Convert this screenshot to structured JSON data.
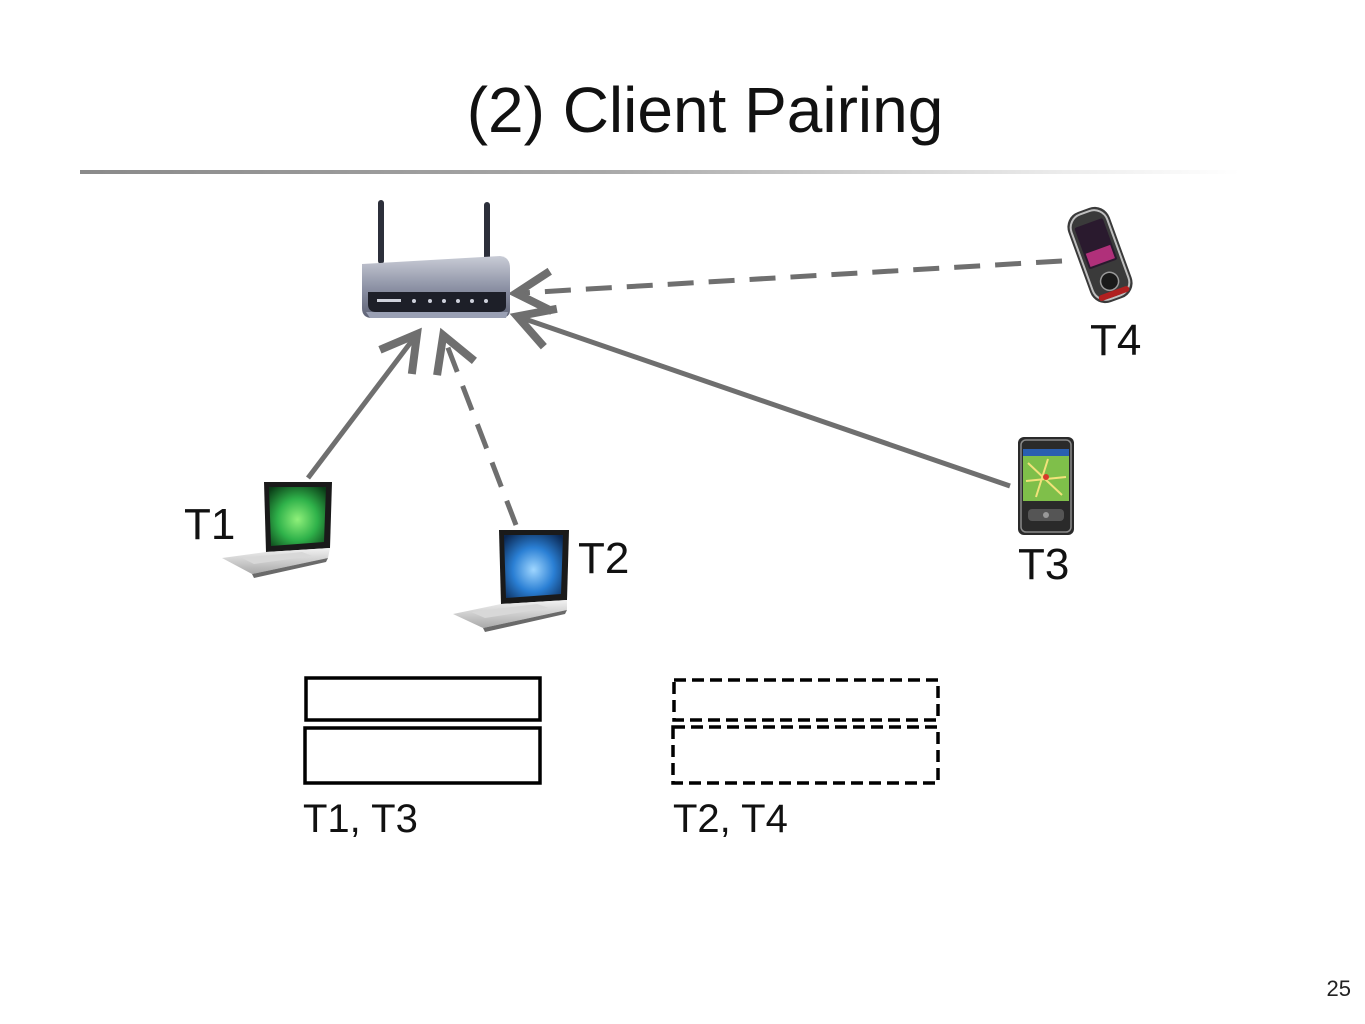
{
  "slide": {
    "title": "(2) Client Pairing",
    "page_number": "25"
  },
  "devices": {
    "router": {
      "icon": "wireless-router-icon"
    },
    "t1": {
      "label": "T1",
      "icon": "laptop-icon",
      "screen_color": "#2fb24a"
    },
    "t2": {
      "label": "T2",
      "icon": "laptop-icon",
      "screen_color": "#2a7fd4"
    },
    "t3": {
      "label": "T3",
      "icon": "smartphone-icon"
    },
    "t4": {
      "label": "T4",
      "icon": "smartphone-icon"
    }
  },
  "links": [
    {
      "from": "T1",
      "to": "router",
      "style": "solid"
    },
    {
      "from": "T2",
      "to": "router",
      "style": "dashed"
    },
    {
      "from": "T3",
      "to": "router",
      "style": "solid"
    },
    {
      "from": "T4",
      "to": "router",
      "style": "dashed"
    }
  ],
  "groups": [
    {
      "label": "T1, T3",
      "style": "solid"
    },
    {
      "label": "T2, T4",
      "style": "dashed"
    }
  ],
  "colors": {
    "arrow": "#6f6f6f",
    "box_border": "#000000"
  }
}
